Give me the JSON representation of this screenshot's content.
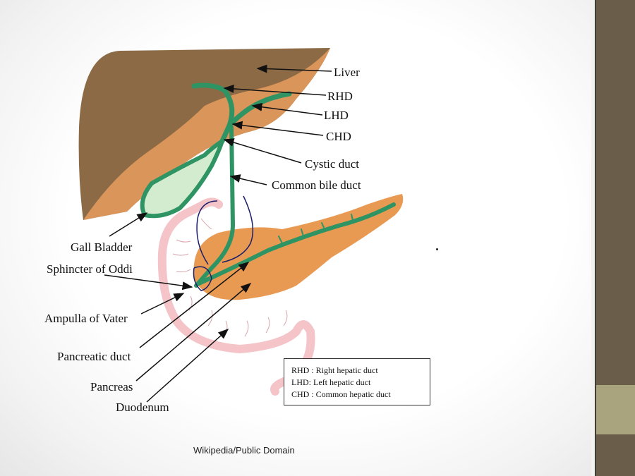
{
  "slide": {
    "labels": {
      "liver": "Liver",
      "rhd": "RHD",
      "lhd": "LHD",
      "chd": "CHD",
      "cystic_duct": "Cystic duct",
      "common_bile_duct": "Common bile duct",
      "gall_bladder": "Gall Bladder",
      "sphincter_of_oddi": "Sphincter of Oddi",
      "ampulla_of_vater": "Ampulla of Vater",
      "pancreatic_duct": "Pancreatic duct",
      "pancreas": "Pancreas",
      "duodenum": "Duodenum"
    },
    "legend": [
      "RHD : Right hepatic duct",
      "LHD: Left hepatic duct",
      "CHD : Common hepatic duct"
    ],
    "credit": "Wikipedia/Public Domain"
  },
  "colors": {
    "liver_dark": "#8c6a45",
    "liver_light": "#d9955a",
    "duct_green": "#2f9463",
    "gallbladder_fill": "#d3ecd0",
    "pancreas": "#e99a52",
    "duodenum": "#f4c4c8",
    "annotation_ink": "#1a1f6b",
    "sidebar_dark": "#6a5d49",
    "sidebar_accent": "#a9a47d"
  }
}
